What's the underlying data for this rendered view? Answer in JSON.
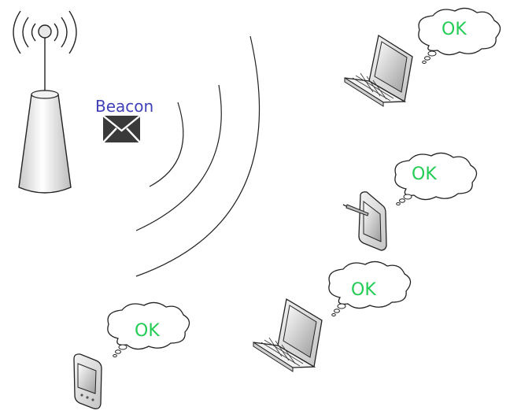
{
  "beacon": {
    "label": "Beacon",
    "label_color": "#4040b8",
    "icon": "envelope-icon"
  },
  "access_point": {
    "icon": "access-point-antenna-icon"
  },
  "clients": [
    {
      "device": "laptop-icon",
      "status": "OK"
    },
    {
      "device": "tablet-with-stylus-icon",
      "status": "OK"
    },
    {
      "device": "laptop-icon",
      "status": "OK"
    },
    {
      "device": "pda-handheld-icon",
      "status": "OK"
    }
  ],
  "colors": {
    "status_ok": "#22cc55",
    "line": "#222222",
    "device_gray": "#e6e6e6"
  }
}
